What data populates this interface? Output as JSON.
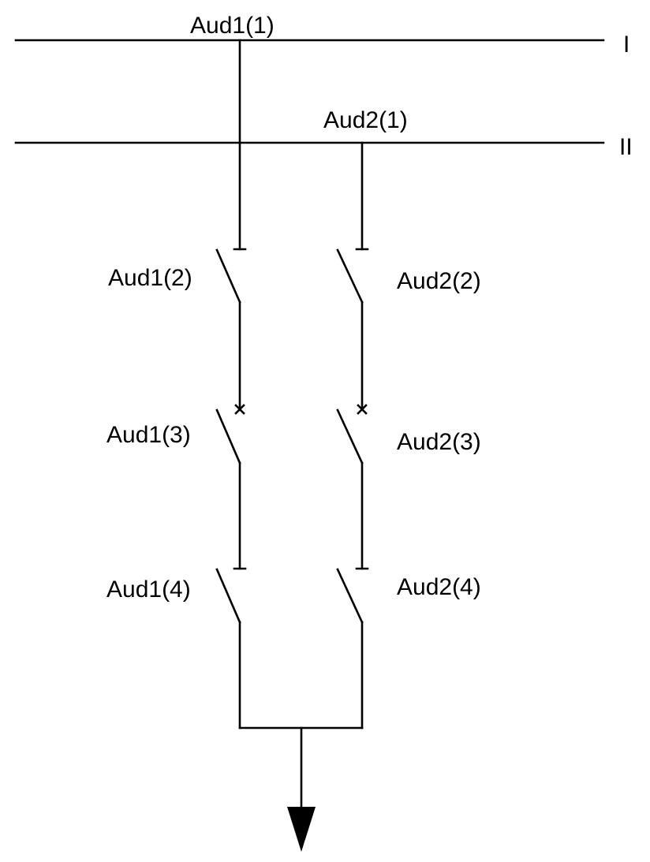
{
  "buses": [
    {
      "id": "bus-1",
      "label": "I"
    },
    {
      "id": "bus-2",
      "label": "II"
    }
  ],
  "labels": {
    "aud1_1": "Aud1(1)",
    "aud2_1": "Aud2(1)",
    "aud1_2": "Aud1(2)",
    "aud2_2": "Aud2(2)",
    "aud1_3": "Aud1(3)",
    "aud2_3": "Aud2(3)",
    "aud1_4": "Aud1(4)",
    "aud2_4": "Aud2(4)"
  },
  "colors": {
    "line": "#000000",
    "background": "#ffffff"
  },
  "symbols": {
    "disconnector": "isolator-switch-icon",
    "circuit_breaker": "breaker-switch-icon",
    "load": "arrow-down-icon"
  }
}
